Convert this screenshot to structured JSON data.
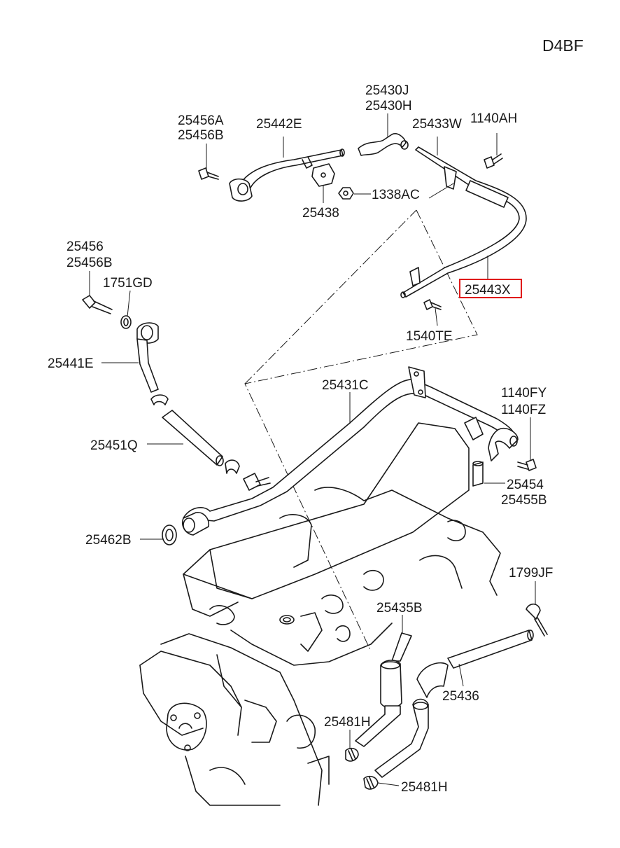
{
  "engine_code": "D4BF",
  "highlight_color": "#e01a1a",
  "labels": {
    "p25430j": "25430J",
    "p25430h": "25430H",
    "p25456a": "25456A",
    "p25456b_top": "25456B",
    "p25442e": "25442E",
    "p25433w": "25433W",
    "p1140ah": "1140AH",
    "p1338ac": "1338AC",
    "p25438": "25438",
    "p25456": "25456",
    "p25456b_left": "25456B",
    "p1751gd": "1751GD",
    "p25443x": "25443X",
    "p1540te": "1540TE",
    "p25441e": "25441E",
    "p25431c": "25431C",
    "p1140fy": "1140FY",
    "p1140fz": "1140FZ",
    "p25451q": "25451Q",
    "p25454": "25454",
    "p25455b": "25455B",
    "p25462b": "25462B",
    "p1799jf": "1799JF",
    "p25435b": "25435B",
    "p25436": "25436",
    "p25481h_a": "25481H",
    "p25481h_b": "25481H"
  }
}
